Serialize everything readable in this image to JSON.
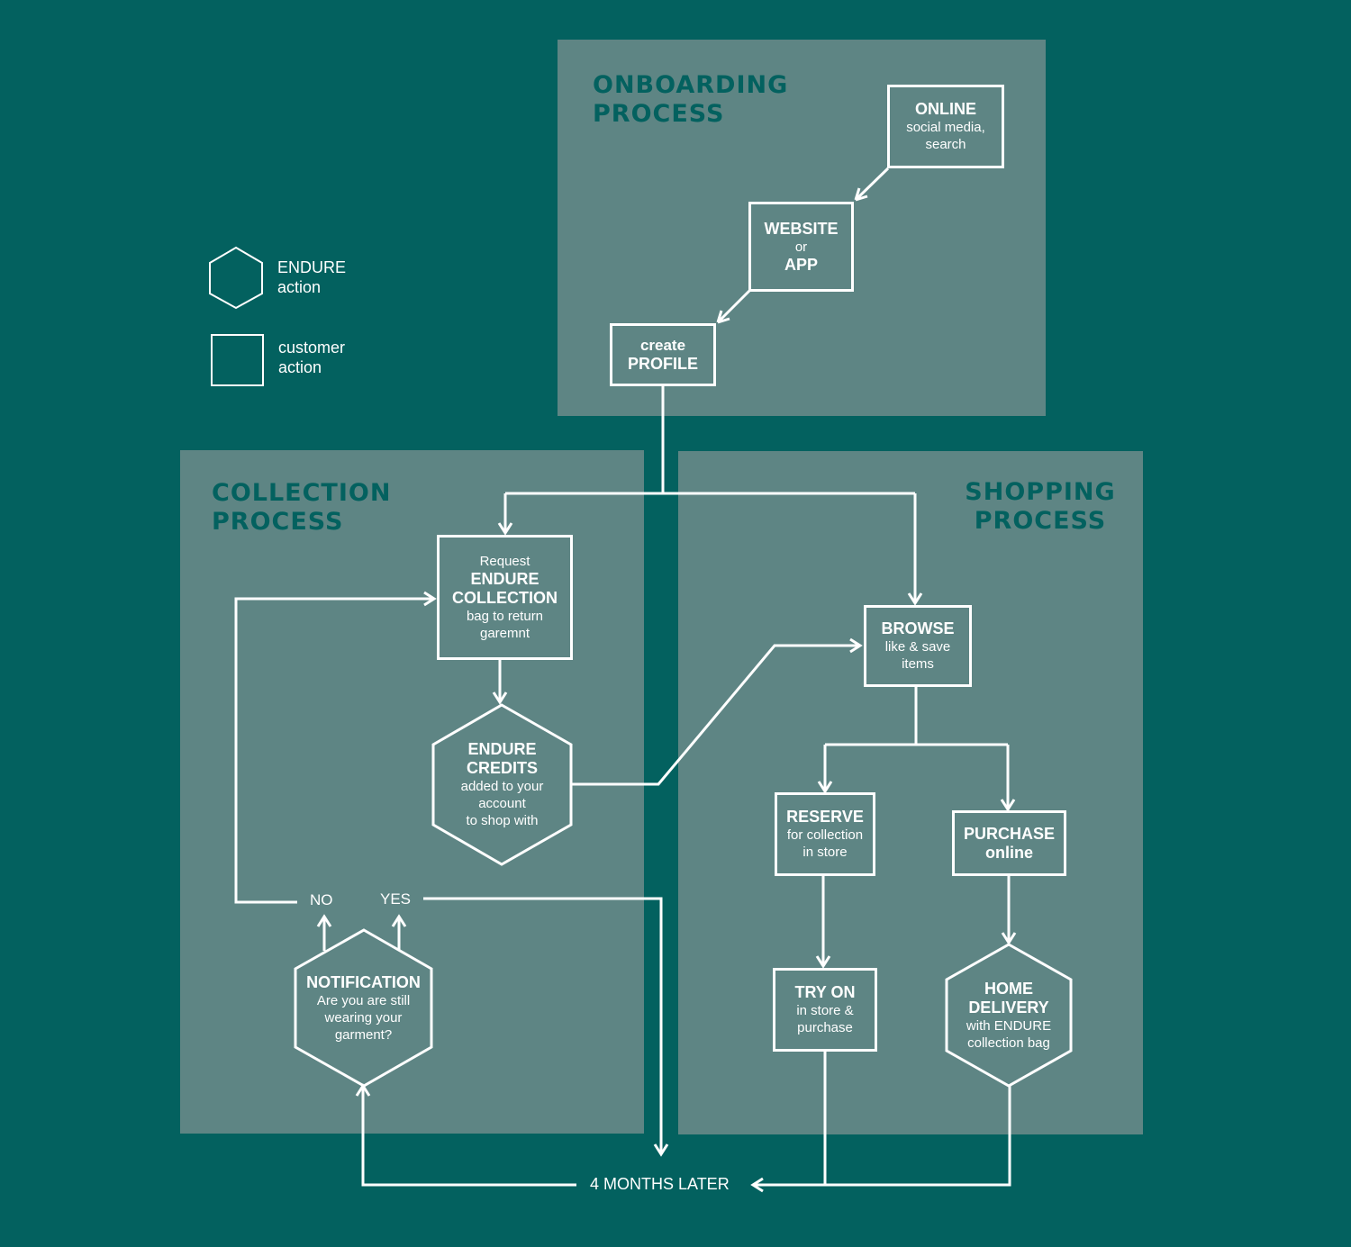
{
  "legend": {
    "endure_action": {
      "line1": "ENDURE",
      "line2": "action"
    },
    "customer_action": {
      "line1": "customer",
      "line2": "action"
    }
  },
  "panels": {
    "onboarding": {
      "line1": "ONBOARDING",
      "line2": "PROCESS"
    },
    "collection": {
      "line1": "COLLECTION",
      "line2": "PROCESS"
    },
    "shopping": {
      "line1": "SHOPPING",
      "line2": "PROCESS"
    }
  },
  "nodes": {
    "online": {
      "title": "ONLINE",
      "sub1": "social media,",
      "sub2": "search"
    },
    "website": {
      "title": "WEBSITE",
      "mid": "or",
      "title2": "APP"
    },
    "profile": {
      "small": "create",
      "title": "PROFILE"
    },
    "request": {
      "pre": "Request",
      "title1": "ENDURE",
      "title2": "COLLECTION",
      "sub1": "bag to return",
      "sub2": "garemnt"
    },
    "credits": {
      "title1": "ENDURE",
      "title2": "CREDITS",
      "sub1": "added to your",
      "sub2": "account",
      "sub3": "to shop with"
    },
    "notification": {
      "title": "NOTIFICATION",
      "sub1": "Are you are still",
      "sub2": "wearing your",
      "sub3": "garment?"
    },
    "browse": {
      "title": "BROWSE",
      "sub1": "like & save",
      "sub2": "items"
    },
    "reserve": {
      "title": "RESERVE",
      "sub1": "for collection",
      "sub2": "in store"
    },
    "purchase": {
      "title": "PURCHASE",
      "title2": "online"
    },
    "tryon": {
      "title": "TRY ON",
      "sub1": "in store &",
      "sub2": "purchase"
    },
    "delivery": {
      "title1": "HOME",
      "title2": "DELIVERY",
      "sub1": "with ENDURE",
      "sub2": "collection bag"
    }
  },
  "labels": {
    "no": "NO",
    "yes": "YES",
    "later": "4 MONTHS LATER"
  },
  "colors": {
    "background": "#03615f",
    "panel": "#5e8584",
    "title": "#03615f",
    "line": "#ffffff"
  }
}
